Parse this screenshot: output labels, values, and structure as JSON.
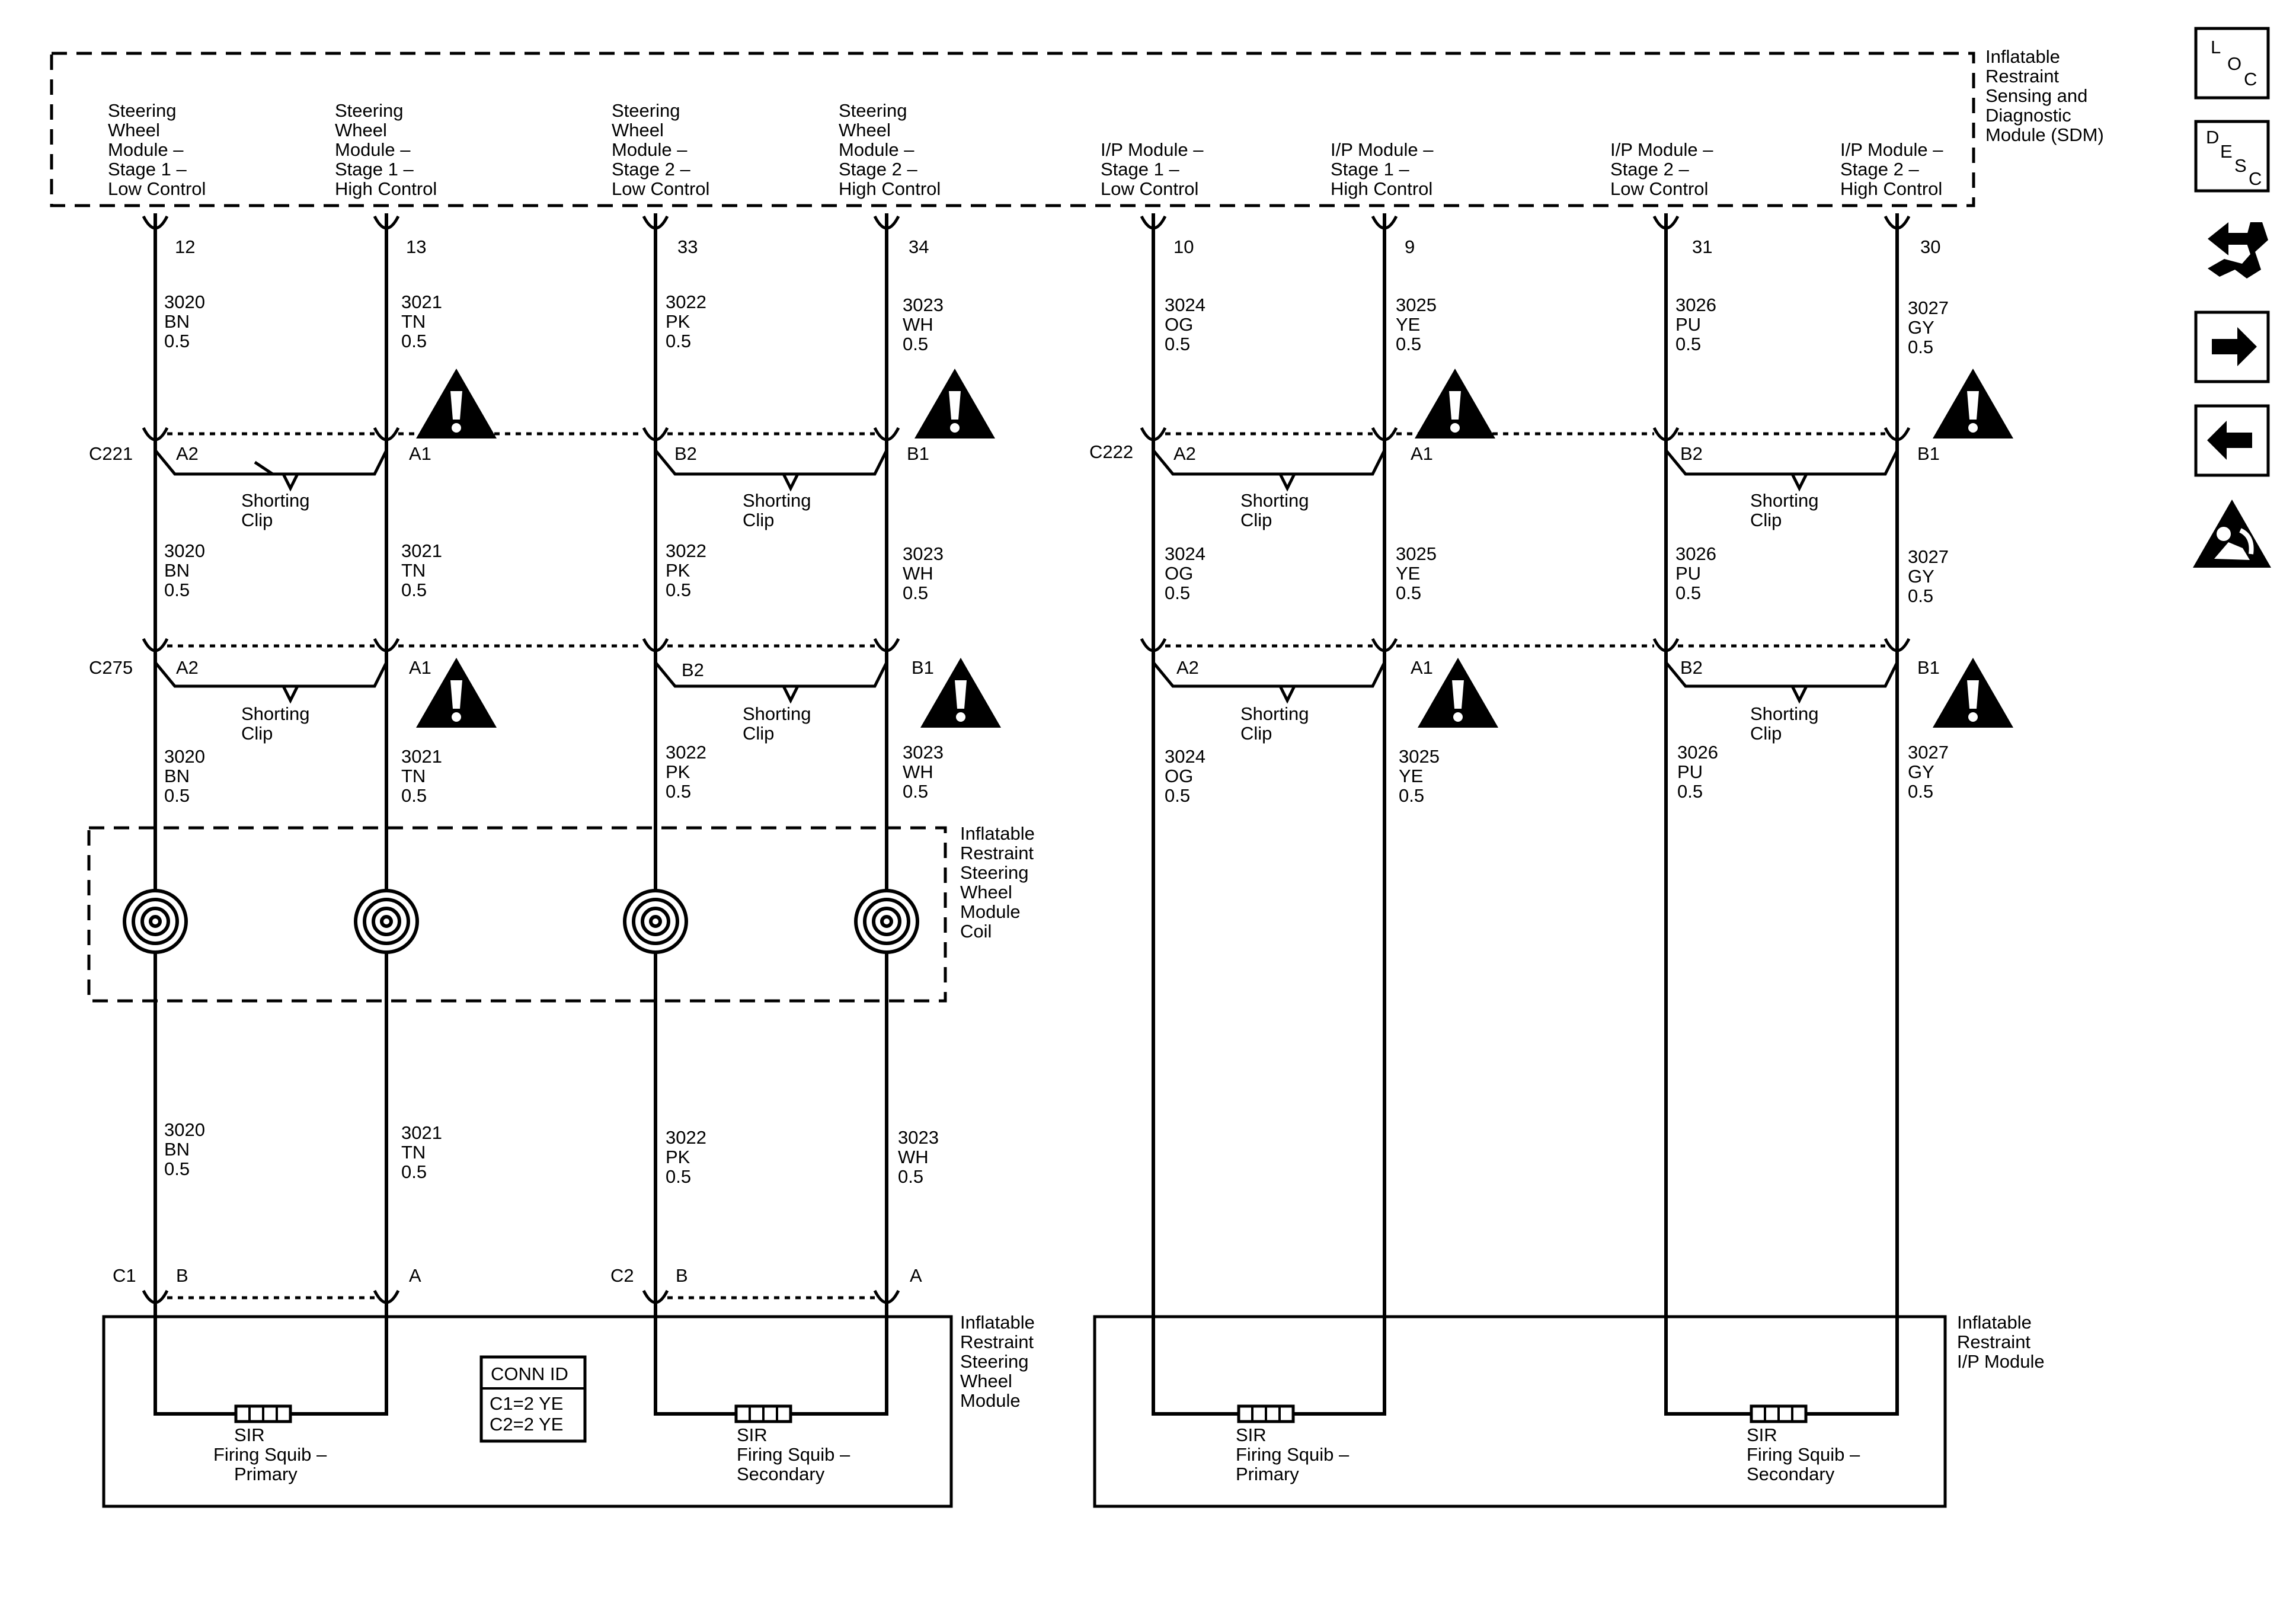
{
  "sdm": {
    "title": [
      "Inflatable",
      "Restraint",
      "Sensing and",
      "Diagnostic",
      "Module (SDM)"
    ],
    "circuits": [
      {
        "lines": [
          "Steering",
          "Wheel",
          "Module –",
          "Stage 1 –",
          "Low Control"
        ],
        "pin": "12"
      },
      {
        "lines": [
          "Steering",
          "Wheel",
          "Module –",
          "Stage 1 –",
          "High Control"
        ],
        "pin": "13"
      },
      {
        "lines": [
          "Steering",
          "Wheel",
          "Module –",
          "Stage 2 –",
          "Low Control"
        ],
        "pin": "33"
      },
      {
        "lines": [
          "Steering",
          "Wheel",
          "Module –",
          "Stage 2 –",
          "High Control"
        ],
        "pin": "34"
      },
      {
        "lines": [
          "I/P Module –",
          "Stage 1 –",
          "Low Control"
        ],
        "pin": "10"
      },
      {
        "lines": [
          "I/P Module –",
          "Stage 1 –",
          "High Control"
        ],
        "pin": "9"
      },
      {
        "lines": [
          "I/P Module –",
          "Stage 2 –",
          "Low Control"
        ],
        "pin": "31"
      },
      {
        "lines": [
          "I/P Module –",
          "Stage 2 –",
          "High Control"
        ],
        "pin": "30"
      }
    ]
  },
  "wires": [
    {
      "circuit": "3020",
      "color": "BN",
      "size": "0.5"
    },
    {
      "circuit": "3021",
      "color": "TN",
      "size": "0.5"
    },
    {
      "circuit": "3022",
      "color": "PK",
      "size": "0.5"
    },
    {
      "circuit": "3023",
      "color": "WH",
      "size": "0.5"
    },
    {
      "circuit": "3024",
      "color": "OG",
      "size": "0.5"
    },
    {
      "circuit": "3025",
      "color": "YE",
      "size": "0.5"
    },
    {
      "circuit": "3026",
      "color": "PU",
      "size": "0.5"
    },
    {
      "circuit": "3027",
      "color": "GY",
      "size": "0.5"
    }
  ],
  "connectors": {
    "c221": {
      "name": "C221",
      "pins": [
        "A2",
        "A1",
        "B2",
        "B1"
      ]
    },
    "c222": {
      "name": "C222",
      "pins": [
        "A2",
        "A1",
        "B2",
        "B1"
      ]
    },
    "c275": {
      "name": "C275",
      "pins": [
        "A2",
        "A1",
        "B2",
        "B1",
        "A2",
        "A1",
        "B2",
        "B1"
      ]
    },
    "c1": {
      "name": "C1",
      "pins": [
        "B",
        "A"
      ]
    },
    "c2": {
      "name": "C2",
      "pins": [
        "B",
        "A"
      ]
    }
  },
  "shorting_clip": [
    "Shorting",
    "Clip"
  ],
  "coil": {
    "title": [
      "Inflatable",
      "Restraint",
      "Steering",
      "Wheel",
      "Module",
      "Coil"
    ]
  },
  "steering_module": {
    "title": [
      "Inflatable",
      "Restraint",
      "Steering",
      "Wheel",
      "Module"
    ]
  },
  "ip_module": {
    "title": [
      "Inflatable",
      "Restraint",
      "I/P Module"
    ]
  },
  "squib_primary": [
    "SIR",
    "Firing Squib –",
    "Primary"
  ],
  "squib_secondary": [
    "SIR",
    "Firing Squib –",
    "Secondary"
  ],
  "conn_id": {
    "title": "CONN ID",
    "line1": "C1=2 YE",
    "line2": "C2=2 YE"
  },
  "side_buttons": {
    "loc": [
      "L",
      "O",
      "C"
    ],
    "desc": [
      "D",
      "E",
      "S",
      "C"
    ]
  },
  "icons": [
    "loc-icon",
    "desc-icon",
    "connector-swap-icon",
    "next-arrow-icon",
    "previous-arrow-icon",
    "airbag-warning-icon"
  ]
}
